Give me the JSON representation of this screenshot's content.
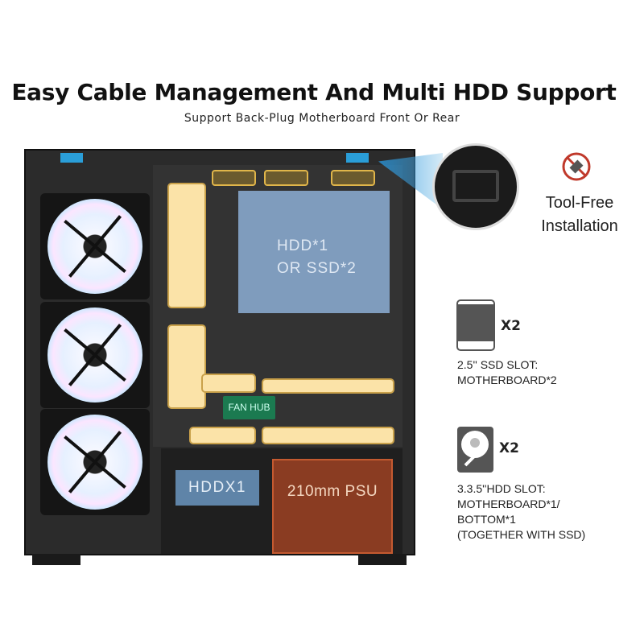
{
  "header": {
    "title": "Easy Cable Management And Multi HDD Support",
    "subtitle": "Support Back-Plug Motherboard Front Or Rear"
  },
  "case": {
    "hdd_area": {
      "line1": "HDD*1",
      "line2": "OR SSD*2"
    },
    "fan_hub": "FAN HUB",
    "bottom_hdd": "HDDX1",
    "psu": "210mm PSU"
  },
  "callout": {
    "line1": "Tool-Free",
    "line2": "Installation",
    "icon": "no-tools-icon"
  },
  "ssd": {
    "count": "X2",
    "line1": "2.5'' SSD SLOT:",
    "line2": "MOTHERBOARD*2",
    "icon": "ssd-icon"
  },
  "hdd": {
    "count": "X2",
    "line1": "3.3.5''HDD SLOT:",
    "line2": "MOTHERBOARD*1/",
    "line3": "BOTTOM*1",
    "line4": "(TOGETHER WITH SSD)",
    "icon": "hdd-icon"
  },
  "colors": {
    "cutout": "#fbe3a8",
    "hdd_box": "#7f9cbd",
    "psu": "#8a3c22",
    "fan_hub": "#1b7a50",
    "accent_blue": "#2a9ed8"
  }
}
